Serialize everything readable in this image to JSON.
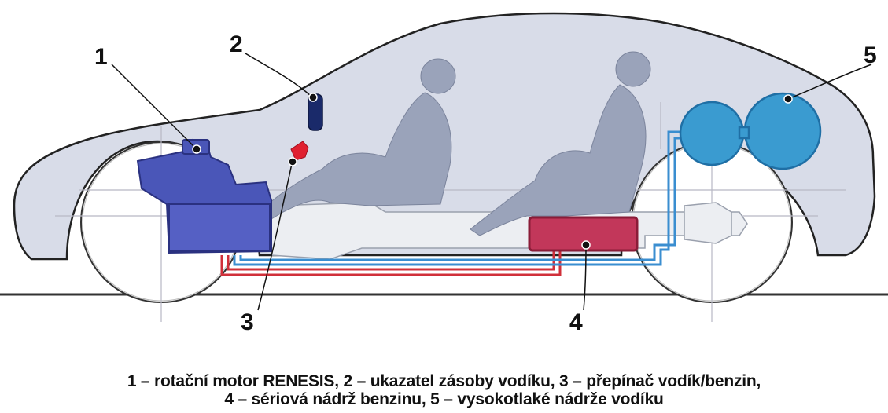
{
  "callouts": {
    "n1": "1",
    "n2": "2",
    "n3": "3",
    "n4": "4",
    "n5": "5"
  },
  "caption": {
    "line1": "1 – rotační motor RENESIS, 2 – ukazatel zásoby vodíku, 3 – přepínač vodík/benzin,",
    "line2": "4 – sériová nádrž benzinu, 5 – vysokotlaké nádrže vodíku"
  },
  "colors": {
    "body_fill": "#d8dce8",
    "body_stroke": "#222222",
    "engine": "#4a56b8",
    "fuel_tank": "#c2375a",
    "hydrogen_tank": "#3a9bd0",
    "hydrogen_line": "#3a8ed0",
    "petrol_line": "#d0303a",
    "switch": "#e02030",
    "gauge": "#1a2a6a",
    "occupants": "#9aa3ba"
  }
}
